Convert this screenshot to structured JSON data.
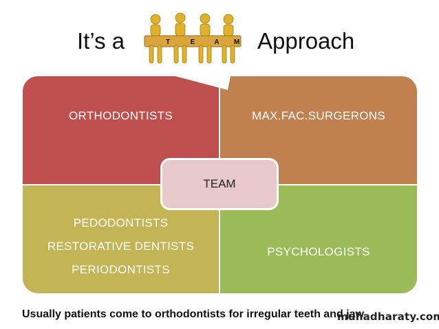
{
  "title": {
    "prefix": "It’s a",
    "suffix": "Approach",
    "figure_letters": [
      "T",
      "E",
      "A",
      "M"
    ]
  },
  "quadrants": {
    "top_left": "ORTHODONTISTS",
    "top_right": "MAX.FAC.SURGERONS",
    "bottom_left": [
      "PEDODONTISTS",
      "RESTORATIVE DENTISTS",
      "PERIODONTISTS"
    ],
    "bottom_right": "PSYCHOLOGISTS"
  },
  "center_label": "TEAM",
  "caption": "Usually patients come to orthodontists for irregular teeth and jaw",
  "watermark": "muhadharaty.com",
  "colors": {
    "top_left": "#c0504d",
    "top_right": "#c0804f",
    "bottom_left": "#c3b455",
    "bottom_right": "#9bbb59",
    "center": "#e8c9cb",
    "figure_gold": "#d4a017"
  }
}
